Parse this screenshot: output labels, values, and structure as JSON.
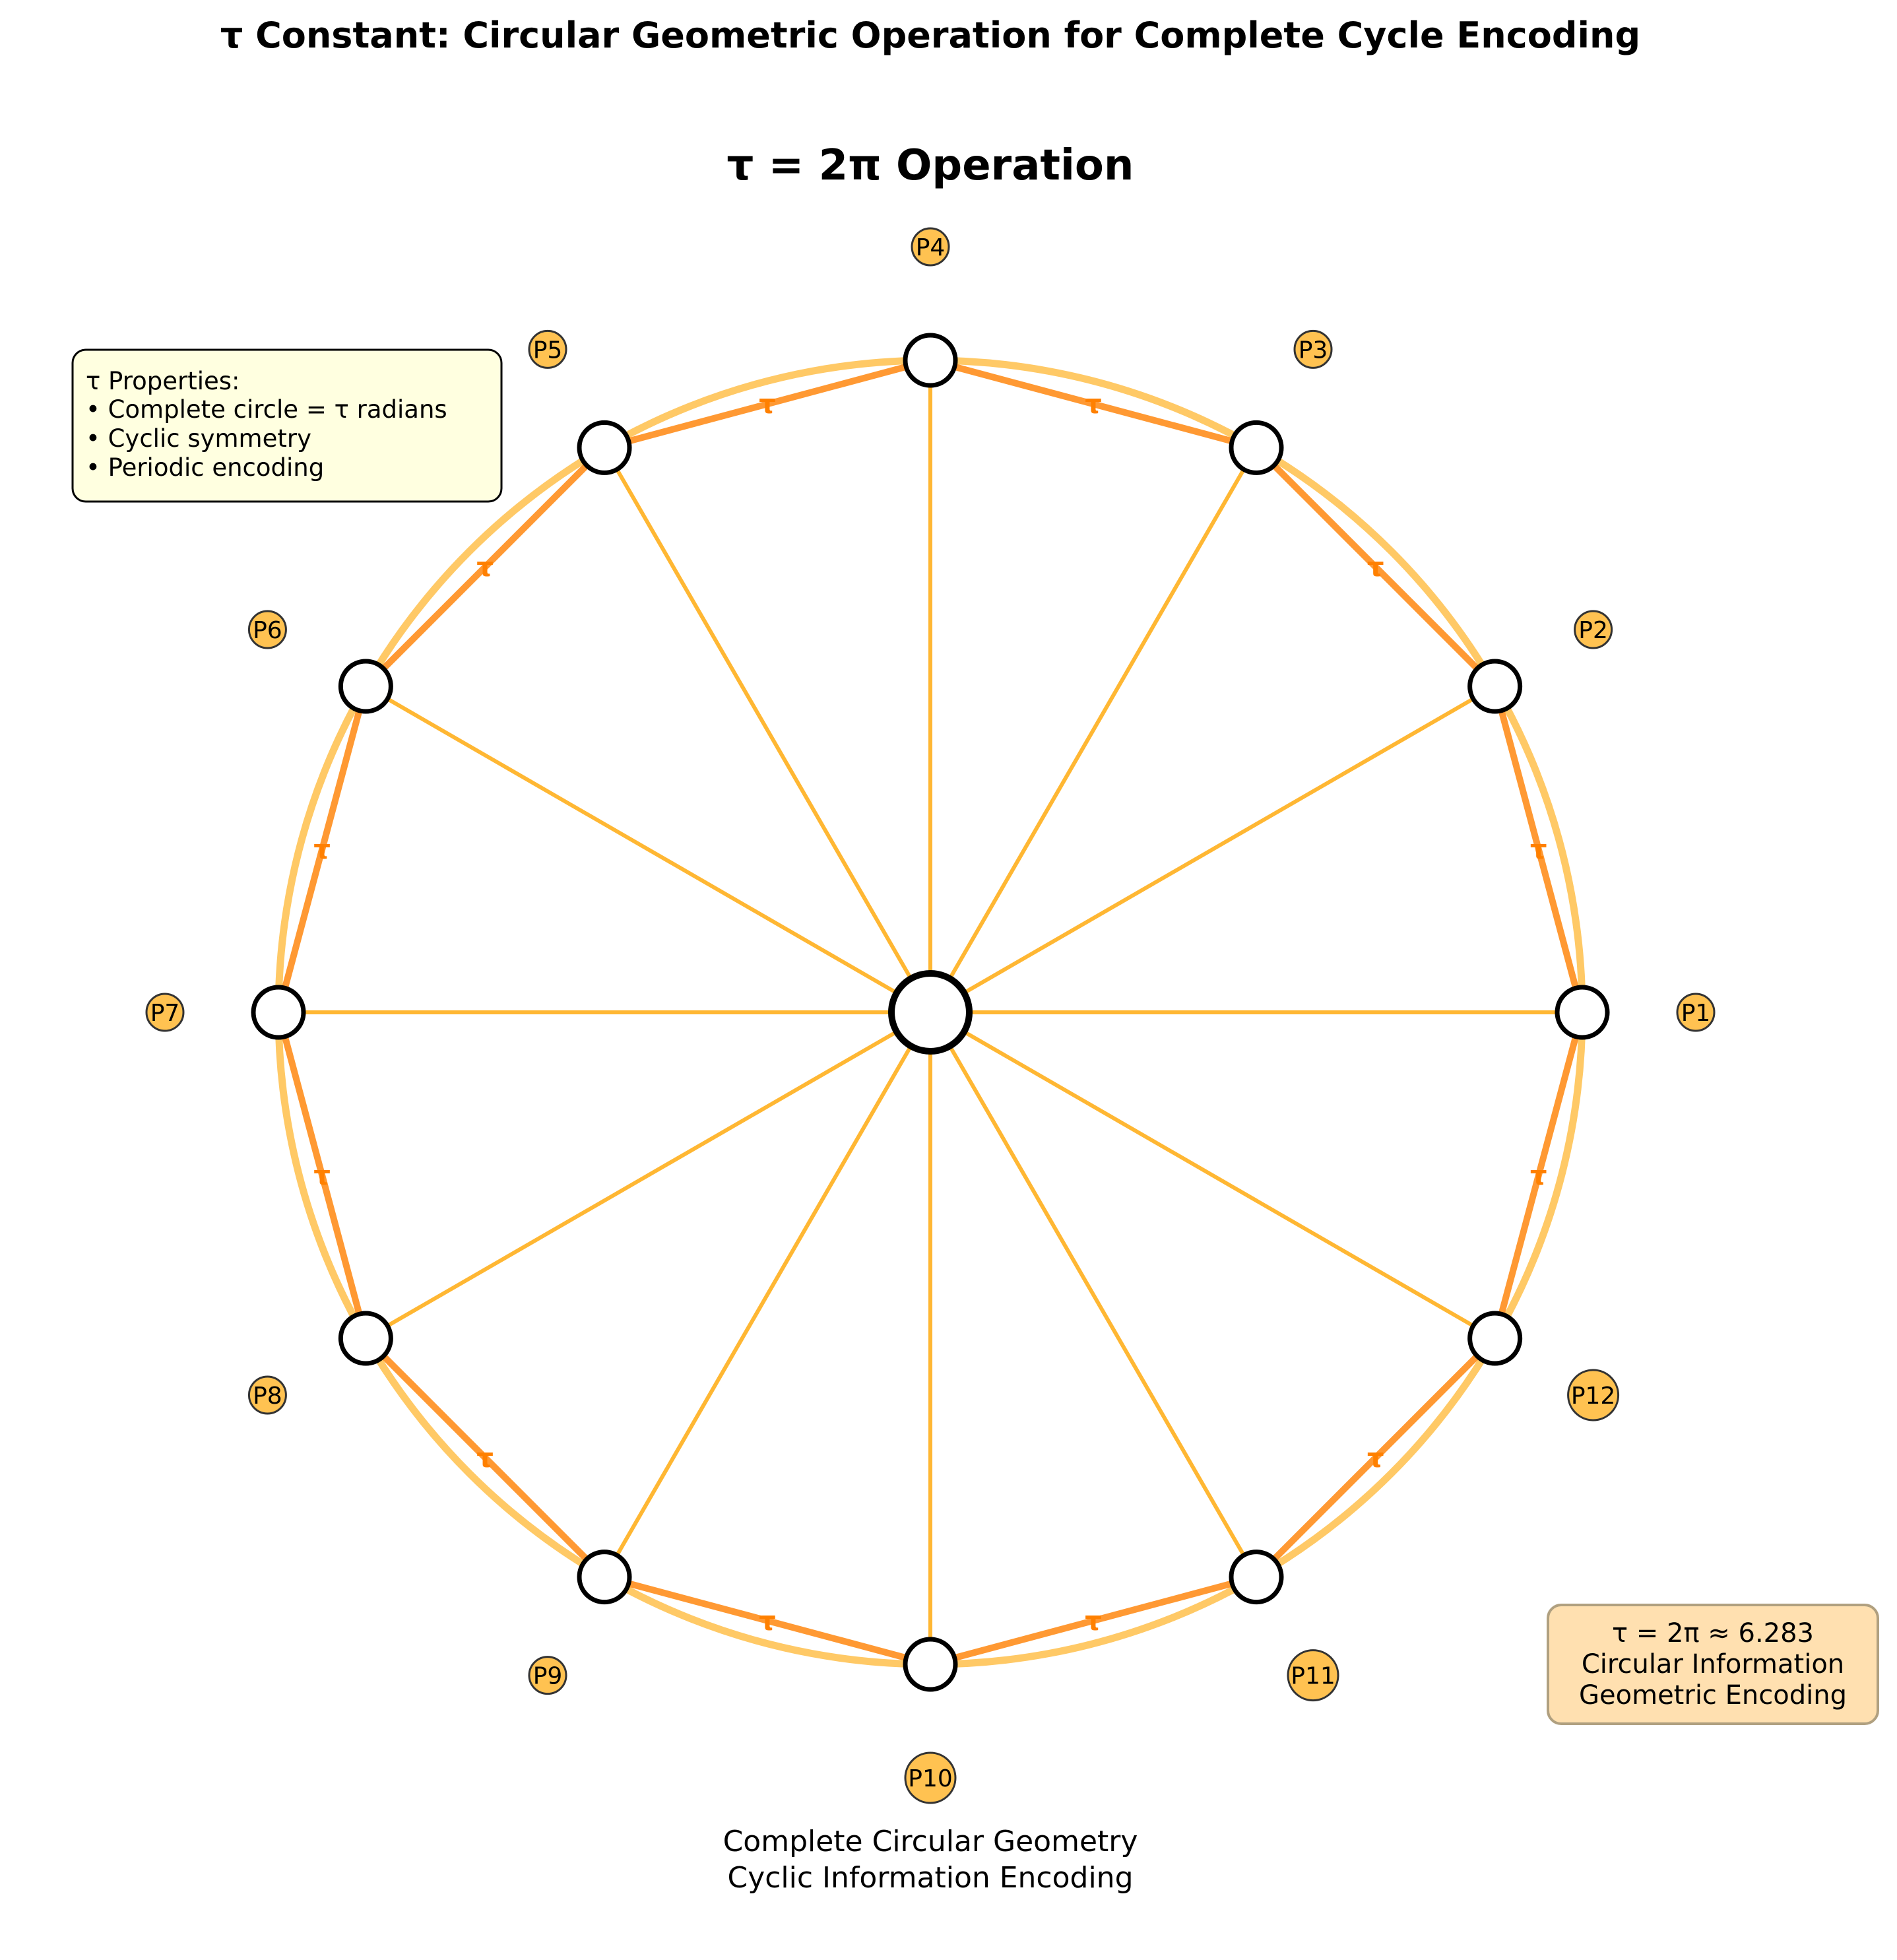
{
  "title": "τ Constant: Circular Geometric Operation for Complete Cycle Encoding",
  "subtitle": "τ = 2π Operation",
  "caption": [
    "Complete Circular Geometry",
    "Cyclic Information Encoding"
  ],
  "properties_box": {
    "lines": [
      "τ Properties:",
      "• Complete circle = τ radians",
      "• Cyclic symmetry",
      "• Periodic encoding"
    ]
  },
  "tau_box": {
    "lines": [
      "τ = 2π ≈ 6.283",
      "Circular Information",
      "Geometric Encoding"
    ]
  },
  "nodes": [
    {
      "label": "P1",
      "angle_deg": 0
    },
    {
      "label": "P2",
      "angle_deg": 30
    },
    {
      "label": "P3",
      "angle_deg": 60
    },
    {
      "label": "P4",
      "angle_deg": 90
    },
    {
      "label": "P5",
      "angle_deg": 120
    },
    {
      "label": "P6",
      "angle_deg": 150
    },
    {
      "label": "P7",
      "angle_deg": 180
    },
    {
      "label": "P8",
      "angle_deg": 210
    },
    {
      "label": "P9",
      "angle_deg": 240
    },
    {
      "label": "P10",
      "angle_deg": 270
    },
    {
      "label": "P11",
      "angle_deg": 300
    },
    {
      "label": "P12",
      "angle_deg": 330
    }
  ],
  "edge_mark": "τ",
  "colors": {
    "circle": "#FFC966",
    "spoke": "#FFB733",
    "chord": "#FF9933",
    "tau_mark": "#FF8000",
    "label_fill": "#FFB733",
    "properties_box_bg": "#FFFFE0",
    "tau_box_bg": "#FFE0B0",
    "tau_box_border": "#B0A080"
  }
}
